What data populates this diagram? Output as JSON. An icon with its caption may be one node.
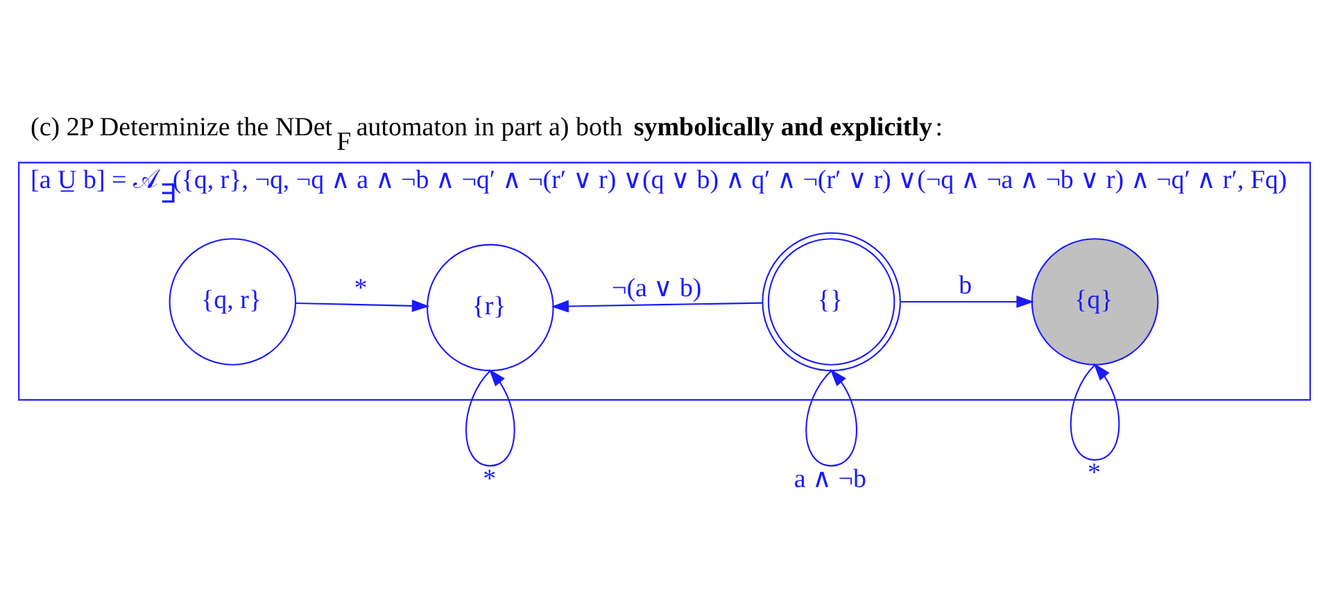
{
  "diagram": {
    "title": "(c) 2P Determinize the NDet$_{F}$ automaton in part a) both **symbolically and explicitly**:",
    "nodes": [
      {
        "text": [
          "[a U̲ b] = 𝒜$_{∃}$({q, r}, ¬q, ¬q ∧ a ∧ ¬b ∧ ¬q′ ∧ ¬(r′ ∨ r) ∨(q ∨ b) ∧ q′ ∧ ¬(r′ ∨ r) ∨(¬q ∧ ¬a ∧ ¬b ∨ r) ∧ ¬q′ ∧ r′, Fq)"
        ]
      },
      {
        "text": [
          "{q, r}"
        ],
        "in": 0
      },
      {
        "text": [
          "{r}"
        ],
        "in": 0
      },
      {
        "text": [
          "{}"
        ],
        "in": 0
      },
      {
        "text": [
          "{q}"
        ],
        "in": 0
      }
    ],
    "edges": [
      {
        "from": 1,
        "to": 2,
        "arrow": "to",
        "label": "*"
      },
      {
        "from": 3,
        "to": 2,
        "arrow": "to",
        "label": "¬(a ∨ b)"
      },
      {
        "from": 3,
        "to": 4,
        "arrow": "to",
        "label": "b"
      },
      {
        "from": 4,
        "to": 4,
        "arrow": "to",
        "label": "*"
      },
      {
        "from": 2,
        "to": 2,
        "arrow": "to",
        "label": "*"
      },
      {
        "from": 3,
        "to": 3,
        "arrow": "to",
        "label": "a ∧ ¬b"
      }
    ]
  }
}
